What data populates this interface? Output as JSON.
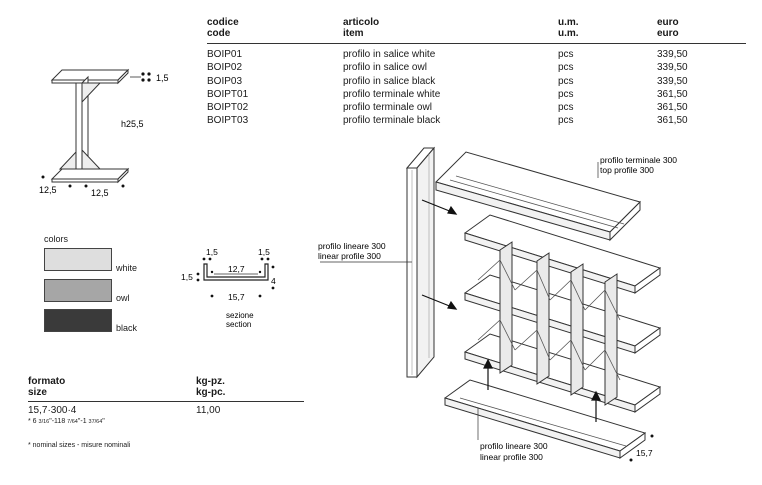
{
  "price_table": {
    "headers": {
      "code": [
        "codice",
        "code"
      ],
      "item": [
        "articolo",
        "item"
      ],
      "unit": [
        "u.m.",
        "u.m."
      ],
      "price": [
        "euro",
        "euro"
      ]
    },
    "rows": [
      {
        "code": "BOIP01",
        "item": "profilo in salice white",
        "unit": "pcs",
        "price": "339,50"
      },
      {
        "code": "BOIP02",
        "item": "profilo in salice owl",
        "unit": "pcs",
        "price": "339,50"
      },
      {
        "code": "BOIP03",
        "item": "profilo in salice black",
        "unit": "pcs",
        "price": "339,50"
      },
      {
        "code": "BOIPT01",
        "item": "profilo terminale white",
        "unit": "pcs",
        "price": "361,50"
      },
      {
        "code": "BOIPT02",
        "item": "profilo terminale owl",
        "unit": "pcs",
        "price": "361,50"
      },
      {
        "code": "BOIPT03",
        "item": "profilo terminale black",
        "unit": "pcs",
        "price": "361,50"
      }
    ]
  },
  "profile_drawing": {
    "thickness": "1,5",
    "height": "h25,5",
    "base_left": "12,5",
    "base_right": "12,5"
  },
  "colors": {
    "title": "colors",
    "items": [
      {
        "name": "white",
        "hex": "#dedede"
      },
      {
        "name": "owl",
        "hex": "#a6a6a6"
      },
      {
        "name": "black",
        "hex": "#3a3a3a"
      }
    ]
  },
  "section": {
    "dim_left": "1,5",
    "dim_right": "1,5",
    "dim_side": "1,5",
    "inner_width": "12,7",
    "height": "4",
    "outer_width": "15,7",
    "label_it": "sezione",
    "label_en": "section"
  },
  "format_table": {
    "header_size": [
      "formato",
      "size"
    ],
    "header_weight": [
      "kg-pz.",
      "kg-pc."
    ],
    "size": "15,7·300·4",
    "weight": "11,00",
    "inches_prefix": "* 6 ",
    "inches_frac1": "3/16",
    "inches_mid": "\"-118 ",
    "inches_frac2": "7/64",
    "inches_mid2": "\"-1 ",
    "inches_frac3": "37/64",
    "inches_suffix": "\"",
    "footnote": "* nominal sizes - misure nominali"
  },
  "assembly": {
    "top_profile_it": "profilo terminale 300",
    "top_profile_en": "top profile 300",
    "linear_left_it": "profilo lineare 300",
    "linear_left_en": "linear profile 300",
    "linear_bottom_it": "profilo lineare 300",
    "linear_bottom_en": "linear profile 300",
    "dim_bottom": "15,7"
  }
}
